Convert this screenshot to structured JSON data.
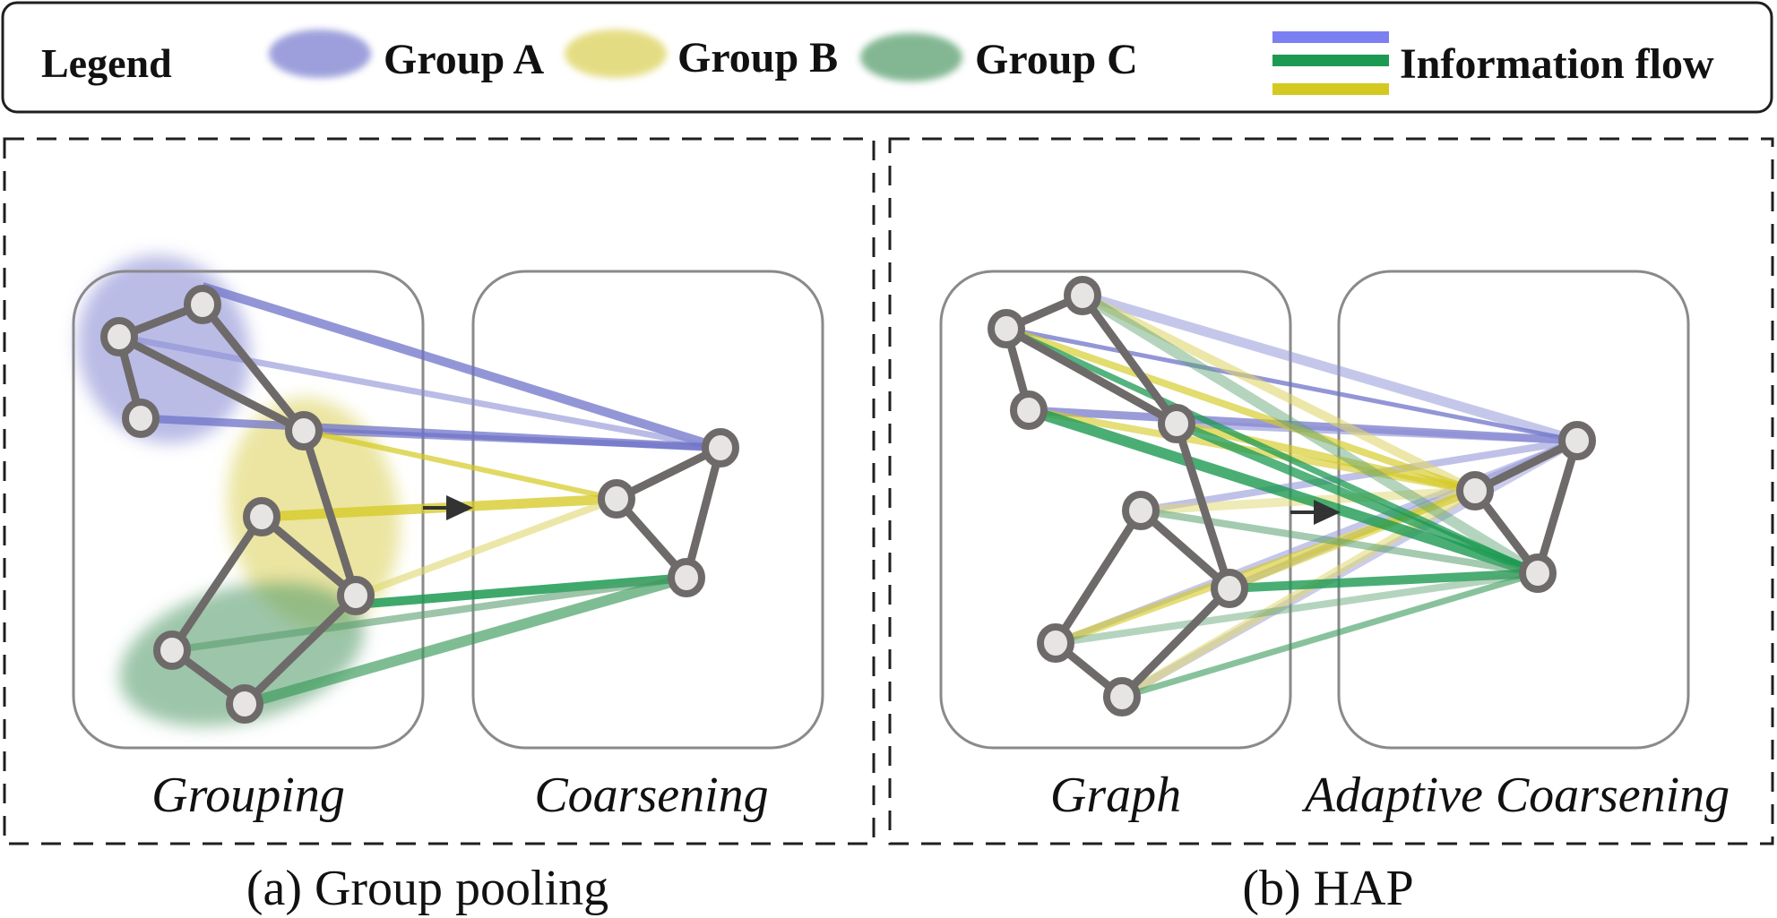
{
  "legend": {
    "title": "Legend",
    "groups": [
      {
        "label": "Group A",
        "color": "#8c8fd6"
      },
      {
        "label": "Group B",
        "color": "#e0d76e"
      },
      {
        "label": "Group C",
        "color": "#5a9f70"
      }
    ],
    "flow_label": "Information flow",
    "flow_colors": [
      "#7c7ff2",
      "#1d9a52",
      "#d4c921"
    ]
  },
  "panel_a": {
    "left_box_label": "Grouping",
    "right_box_label": "Coarsening",
    "caption": "(a) Group pooling"
  },
  "panel_b": {
    "left_box_label": "Graph",
    "right_box_label": "Adaptive Coarsening",
    "caption": "(b) HAP"
  },
  "colors": {
    "node_stroke": "#6e6a6a",
    "node_fill": "#e7e5e3",
    "edge": "#6e6a6a",
    "box_stroke": "#8a8a8a",
    "frame": "#1f1f1f",
    "arrow": "#333333"
  }
}
